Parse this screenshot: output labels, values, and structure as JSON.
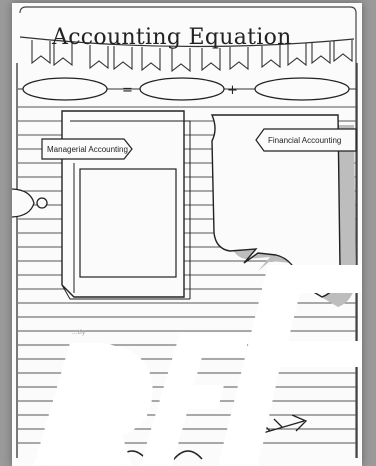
{
  "worksheet": {
    "title": "Accounting Equation",
    "book_label": "Managerial Accounting",
    "speech_label": "Financial Accounting",
    "equation_operators": [
      "=",
      "+"
    ],
    "faded_note": "...tly"
  },
  "colors": {
    "ink": "#222222",
    "paper": "#fbfbfb",
    "shadow": "#bdbdbd",
    "backdrop": "#9a9a9a"
  }
}
